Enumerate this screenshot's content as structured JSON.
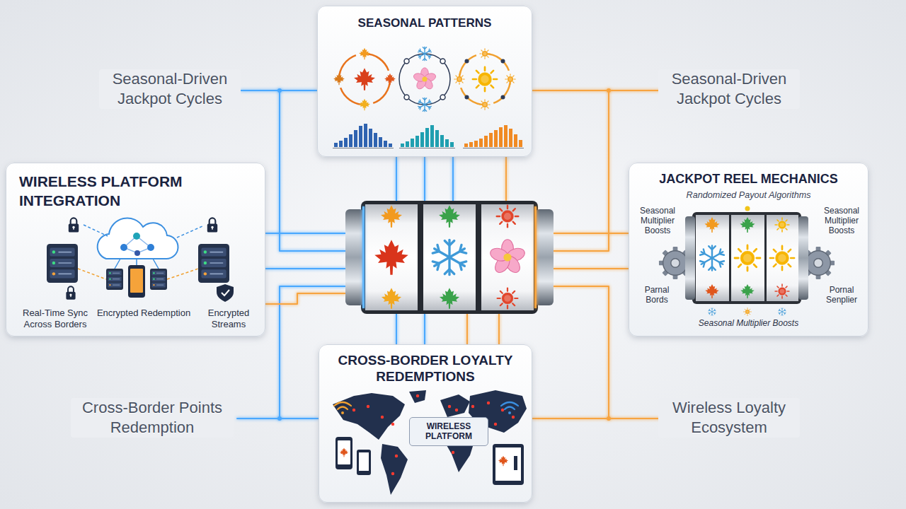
{
  "diagram": {
    "nodes": [
      {
        "text": [
          "SEASONAL PATTERNS"
        ]
      },
      {
        "text": [
          "WIRELESS PLATFORM INTEGRATION",
          "Real-Time Sync Across Borders",
          "Encrypted Redemption",
          "Encrypted Streams"
        ]
      },
      {
        "text": [
          "JACKPOT REEL MECHANICS",
          "Randomized Payout Algorithms",
          "Seasonal Multiplier Boosts",
          "Seasonal Multiplier Boosts",
          "Parnal Bords",
          "Pornal Senplier",
          "Seasonal Multiplier Boosts"
        ]
      },
      {
        "text": [
          "CROSS-BORDER LOYALTY REDEMPTIONS"
        ]
      },
      {
        "text": [
          "WIRELESS PLATFORM"
        ],
        "in": 3
      }
    ],
    "labels": [
      "Seasonal-Driven Jackpot Cycles",
      "Seasonal-Driven Jackpot Cycles",
      "Cross-Border Points Redemption",
      "Wireless Loyalty Ecosystem"
    ]
  }
}
